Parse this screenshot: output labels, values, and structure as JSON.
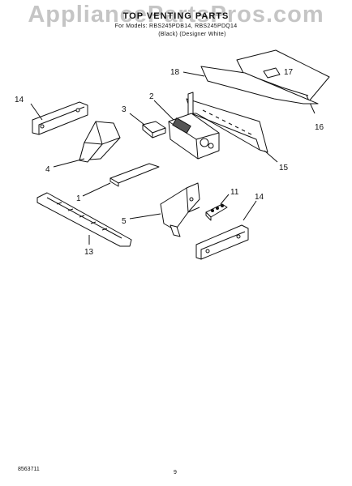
{
  "watermark": "AppliancePartsPros.com",
  "header": {
    "title": "TOP VENTING PARTS",
    "subtitle_line1": "For Models: RBS245PDB14, RBS245PDQ14",
    "subtitle_line2": "(Black)   (Designer White)"
  },
  "callouts": {
    "p1": "1",
    "p2": "2",
    "p3": "3",
    "p4": "4",
    "p5": "5",
    "p11": "11",
    "p13": "13",
    "p14a": "14",
    "p14b": "14",
    "p15": "15",
    "p16": "16",
    "p17": "17",
    "p18": "18"
  },
  "footer": {
    "doc_number": "8563711",
    "page_number": "9"
  }
}
